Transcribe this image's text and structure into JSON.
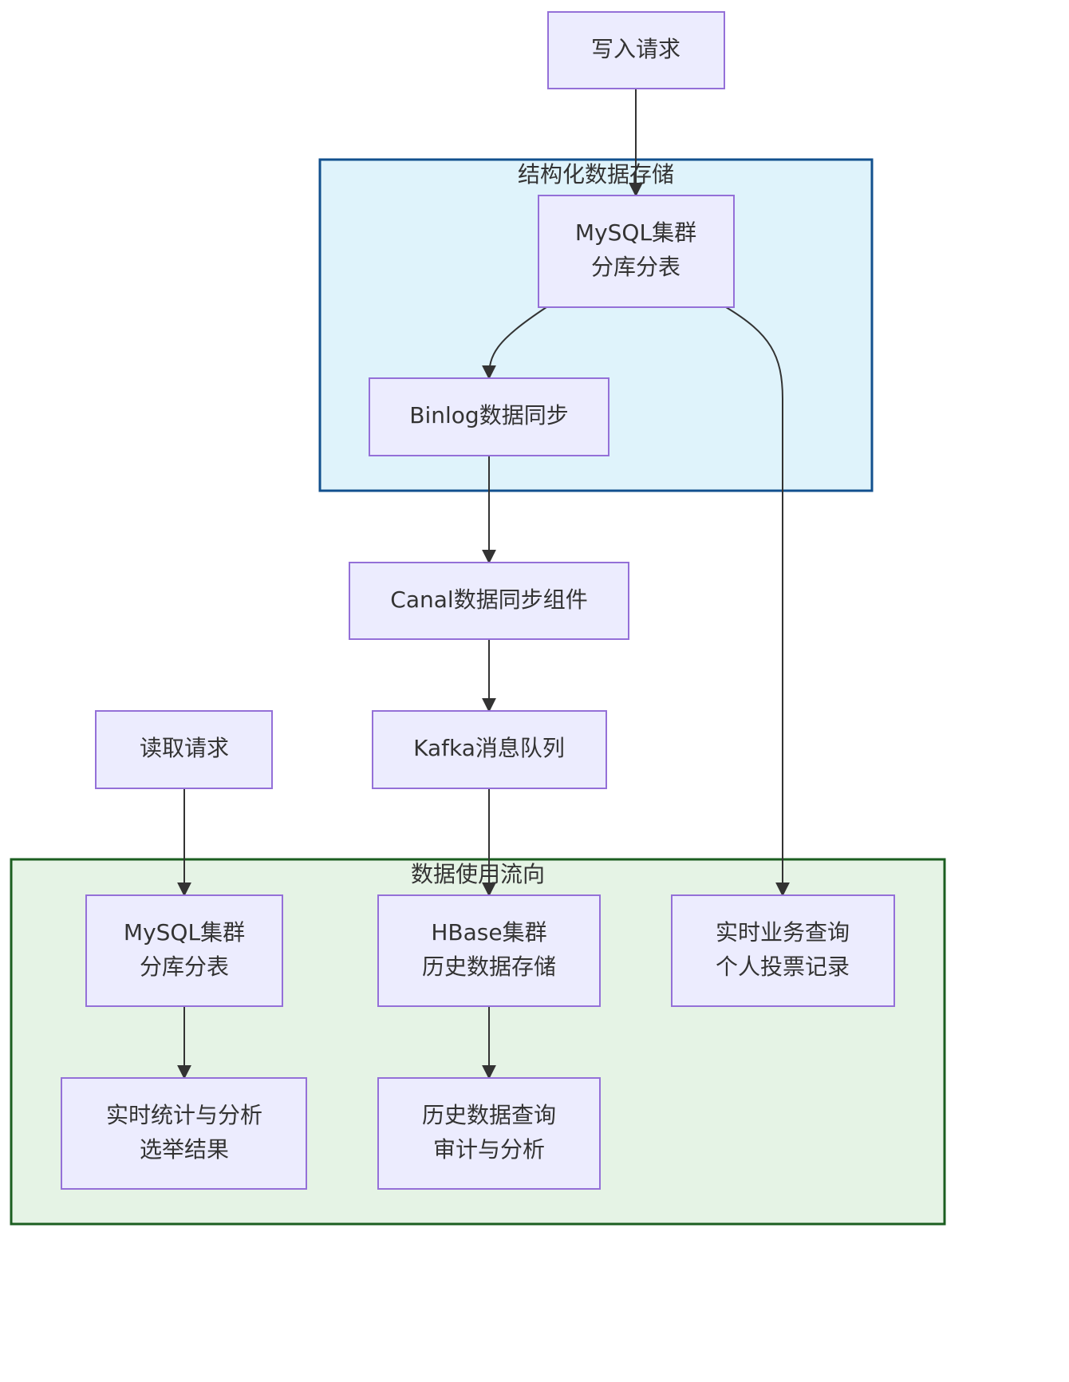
{
  "colors": {
    "node_fill": "#ececfe",
    "node_stroke": "#9470d8",
    "edge": "#333333",
    "cluster_storage_fill": "#dff3fb",
    "cluster_storage_stroke": "#12508e",
    "cluster_usage_fill": "#e5f3e5",
    "cluster_usage_stroke": "#1b5e20"
  },
  "clusters": {
    "storage": {
      "title": "结构化数据存储"
    },
    "usage": {
      "title": "数据使用流向"
    }
  },
  "nodes": {
    "write_request": {
      "lines": [
        "写入请求"
      ]
    },
    "mysql_cluster_top": {
      "lines": [
        "MySQL集群",
        "分库分表"
      ]
    },
    "binlog_sync": {
      "lines": [
        "Binlog数据同步"
      ]
    },
    "canal": {
      "lines": [
        "Canal数据同步组件"
      ]
    },
    "kafka": {
      "lines": [
        "Kafka消息队列"
      ]
    },
    "read_request": {
      "lines": [
        "读取请求"
      ]
    },
    "mysql_cluster_bottom": {
      "lines": [
        "MySQL集群",
        "分库分表"
      ]
    },
    "hbase_cluster": {
      "lines": [
        "HBase集群",
        "历史数据存储"
      ]
    },
    "realtime_query": {
      "lines": [
        "实时业务查询",
        "个人投票记录"
      ]
    },
    "realtime_stats": {
      "lines": [
        "实时统计与分析",
        "选举结果"
      ]
    },
    "history_query": {
      "lines": [
        "历史数据查询",
        "审计与分析"
      ]
    }
  },
  "edges": [
    {
      "from": "write_request",
      "to": "mysql_cluster_top"
    },
    {
      "from": "mysql_cluster_top",
      "to": "binlog_sync"
    },
    {
      "from": "mysql_cluster_top",
      "to": "realtime_query"
    },
    {
      "from": "binlog_sync",
      "to": "canal"
    },
    {
      "from": "canal",
      "to": "kafka"
    },
    {
      "from": "kafka",
      "to": "hbase_cluster"
    },
    {
      "from": "read_request",
      "to": "mysql_cluster_bottom"
    },
    {
      "from": "mysql_cluster_bottom",
      "to": "realtime_stats"
    },
    {
      "from": "hbase_cluster",
      "to": "history_query"
    }
  ]
}
